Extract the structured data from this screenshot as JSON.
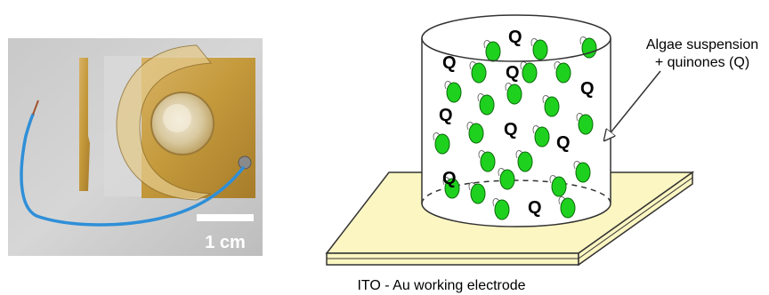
{
  "photo": {
    "scale_bar_label": "1 cm"
  },
  "schematic": {
    "suspension_label_line1": "Algae suspension",
    "suspension_label_line2": "+ quinones (Q)",
    "electrode_label": "ITO - Au working electrode",
    "quinone_symbol": "Q"
  },
  "colors": {
    "algae_fill": "#1fd11f",
    "algae_stroke": "#0a6a0a",
    "electrode_fill": "#fcf6c2",
    "gold_film": "#c49a3c",
    "wire_blue": "#2f8fd8"
  }
}
